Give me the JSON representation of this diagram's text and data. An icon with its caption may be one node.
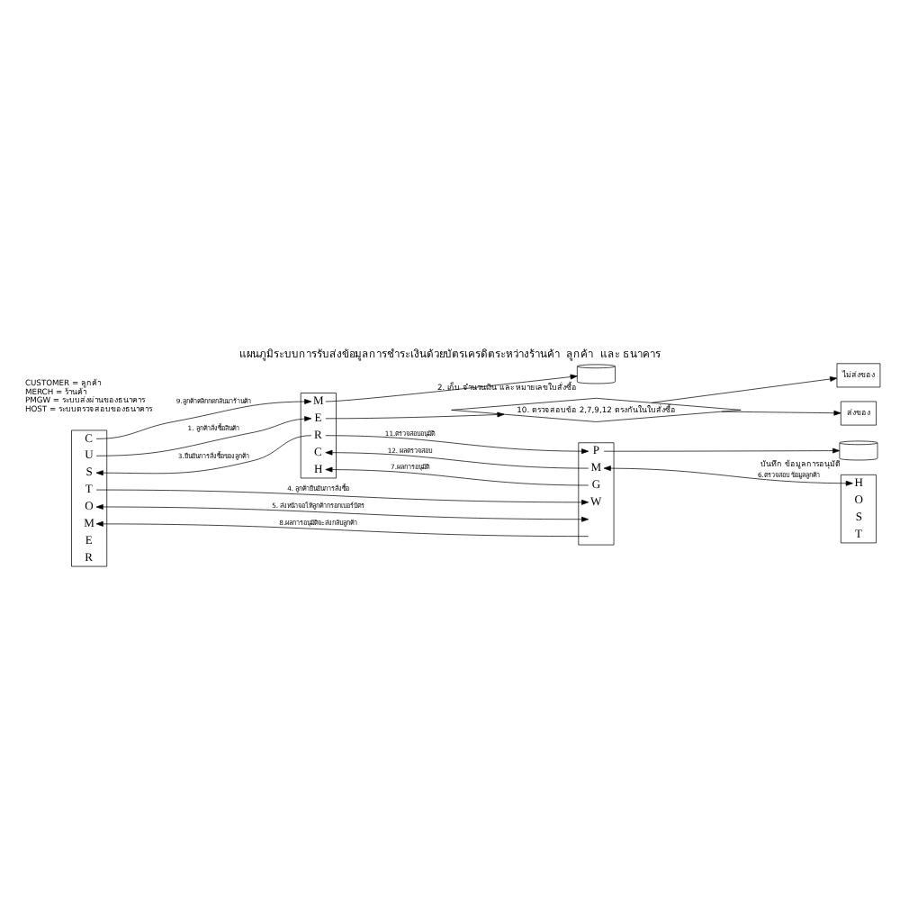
{
  "diagram": {
    "title": "แผนภูมิระบบการรับส่งข้อมูลการชำระเงินด้วยบัตรเครดิตระหว่างร้านค้า  ลูกค้า  และ ธนาคาร",
    "nodes": [
      {
        "text": [
          "C U S T O M E R"
        ]
      },
      {
        "text": [
          "M E R C H"
        ]
      },
      {
        "text": [
          "P M G W"
        ]
      },
      {
        "text": [
          "H O S T"
        ]
      },
      {
        "text": [],
        "shape": "cylinder",
        "beside": [
          "2. เก็บ จำนวนเงิน และ หมายเลขใบสั่งซื้อ"
        ]
      },
      {
        "text": [
          "10. ตรวจสอบข้อ 2,7,9,12 ตรงกันในใบสั่งซื้อ"
        ]
      },
      {
        "text": [
          "ไม่ส่งของ"
        ]
      },
      {
        "text": [
          "ส่งของ"
        ]
      },
      {
        "text": [],
        "shape": "cylinder",
        "beside": [
          "บันทึก ข้อมูลการอนุมัติ"
        ]
      }
    ],
    "edges": [
      {
        "from": 1,
        "to": 4,
        "arrow": "to"
      },
      {
        "from": 1,
        "to": 5,
        "arrow": "to"
      },
      {
        "from": 5,
        "to": 6,
        "arrow": "to"
      },
      {
        "from": 5,
        "to": 7,
        "arrow": "to"
      },
      {
        "from": 0,
        "to": 1,
        "arrow": "to",
        "label": "9.ลูกค้าคลิกกดกลับมาร้านค้า"
      },
      {
        "from": 0,
        "to": 1,
        "arrow": "to",
        "label": "1. ลูกค้าสั่งซื้อสินค้า"
      },
      {
        "from": 1,
        "to": 0,
        "arrow": "to",
        "label": "3.ยืนยันการสั่งซื้อของลูกค้า"
      },
      {
        "from": 1,
        "to": 2,
        "arrow": "to",
        "label": "11.ตรวจสอบอนุมัติ"
      },
      {
        "from": 2,
        "to": 1,
        "arrow": "to",
        "label": "12. ผลตรวจสอบ"
      },
      {
        "from": 2,
        "to": 1,
        "arrow": "to",
        "label": "7.ผลการอนุมัติ"
      },
      {
        "from": 0,
        "to": 2,
        "arrow": "to",
        "label": "4. ลูกค้ายืนยันการสั่งซื้อ"
      },
      {
        "from": 0,
        "to": 2,
        "arrow": "both",
        "label": "5. ส่งหน้าจอให้ลูกค้ากรอกเบอร์บัตร"
      },
      {
        "from": 2,
        "to": 0,
        "arrow": "to",
        "label": "8.ผลการอนุมัติจะส่งกลับลูกค้า"
      },
      {
        "from": 2,
        "to": 8,
        "arrow": "to"
      },
      {
        "from": 2,
        "to": 3,
        "arrow": "both",
        "label": "6.ตรวจสอบ ข้อมูลลูกค้า"
      }
    ],
    "labels": [
      "CUSTOMER = ลูกค้า",
      "MERCH = ร้านค้า",
      "PMGW = ระบบส่งผ่านของธนาคาร",
      "HOST = ระบบตรวจสอบของธนาคาร"
    ]
  }
}
